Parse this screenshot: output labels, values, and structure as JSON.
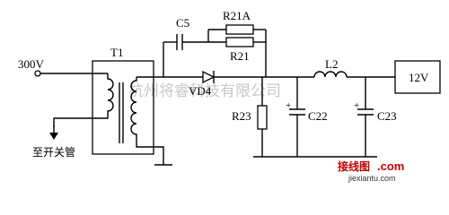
{
  "labels": {
    "input_voltage": "300V",
    "transformer": "T1",
    "capacitor_c5": "C5",
    "resistor_r21a": "R21A",
    "resistor_r21": "R21",
    "diode": "VD4",
    "resistor_r23": "R23",
    "capacitor_c22": "C22",
    "inductor": "L2",
    "capacitor_c23": "C23",
    "output_voltage": "12V",
    "switch_note": "至开关管"
  },
  "watermark": {
    "text": "杭州将睿科技有限公司"
  },
  "logo": {
    "text": "接线图",
    "domain": ".com",
    "url": "jiexiantu.com"
  },
  "colors": {
    "line": "#000000",
    "logo": "#c00000",
    "watermark": "#9a9a9a"
  }
}
